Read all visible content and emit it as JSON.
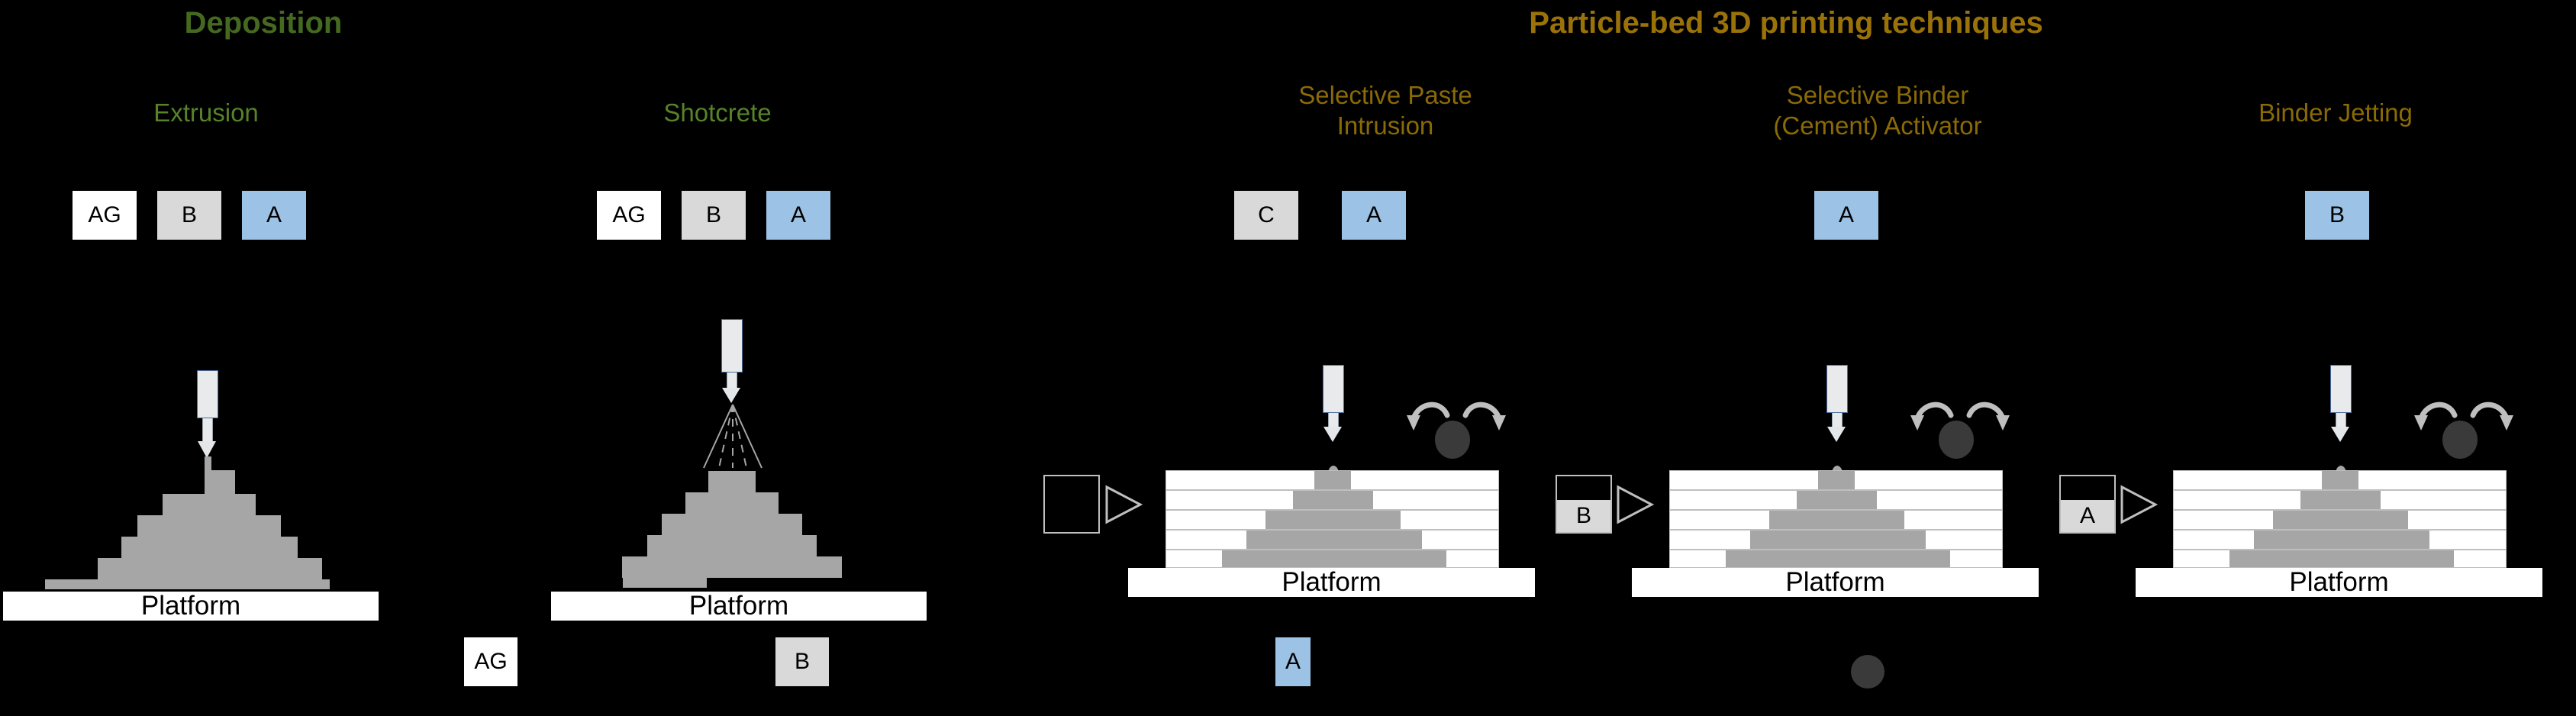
{
  "groups": [
    {
      "id": "deposition",
      "title": "Deposition",
      "color": "#44691f"
    },
    {
      "id": "particle-bed",
      "title": "Particle-bed 3D printing techniques",
      "color": "#9a7208"
    }
  ],
  "techniques": [
    {
      "id": "extrusion",
      "label_line1": "Extrusion",
      "label_line2": "",
      "chips": [
        {
          "text": "AG",
          "style": "white"
        },
        {
          "text": "B",
          "style": "gray"
        },
        {
          "text": "A",
          "style": "blue"
        }
      ],
      "platform_label": "Platform",
      "legend": {
        "type": "chip",
        "text": "AG",
        "style": "white"
      }
    },
    {
      "id": "shotcrete",
      "label_line1": "Shotcrete",
      "label_line2": "",
      "chips": [
        {
          "text": "AG",
          "style": "white"
        },
        {
          "text": "B",
          "style": "gray"
        },
        {
          "text": "A",
          "style": "blue"
        }
      ],
      "platform_label": "Platform",
      "legend": {
        "type": "chip",
        "text": "B",
        "style": "gray"
      }
    },
    {
      "id": "selective-paste-intrusion",
      "label_line1": "Selective Paste",
      "label_line2": "Intrusion",
      "chips": [
        {
          "text": "C",
          "style": "gray"
        },
        {
          "text": "A",
          "style": "blue"
        }
      ],
      "platform_label": "Platform",
      "feedbox_label": "",
      "legend": {
        "type": "chip",
        "text": "A",
        "style": "blue"
      }
    },
    {
      "id": "selective-binder-cement-activator",
      "label_line1": "Selective Binder",
      "label_line2": "(Cement) Activator",
      "chips": [
        {
          "text": "A",
          "style": "blue"
        }
      ],
      "platform_label": "Platform",
      "feedbox_label": "B",
      "legend": {
        "type": "dot",
        "text": ""
      }
    },
    {
      "id": "binder-jetting",
      "label_line1": "Binder Jetting",
      "label_line2": "",
      "chips": [
        {
          "text": "B",
          "style": "blue"
        }
      ],
      "platform_label": "Platform",
      "feedbox_label": "A",
      "legend": {
        "type": "none",
        "text": ""
      }
    }
  ],
  "colors": {
    "background": "#000000",
    "deposition_title": "#44691f",
    "deposition_label": "#56832a",
    "particlebed_title": "#9a7208",
    "particlebed_label": "#8a6a06",
    "chip_white": "#ffffff",
    "chip_gray": "#d9d9d9",
    "chip_blue": "#9cc3e5",
    "material_gray": "#a6a6a6",
    "roller": "#3a3a3a",
    "bed_white": "#ffffff",
    "bed_line": "#bfbfbf",
    "nozzle_fill": "#e8eaec",
    "nozzle_border": "#4a6b9c"
  }
}
